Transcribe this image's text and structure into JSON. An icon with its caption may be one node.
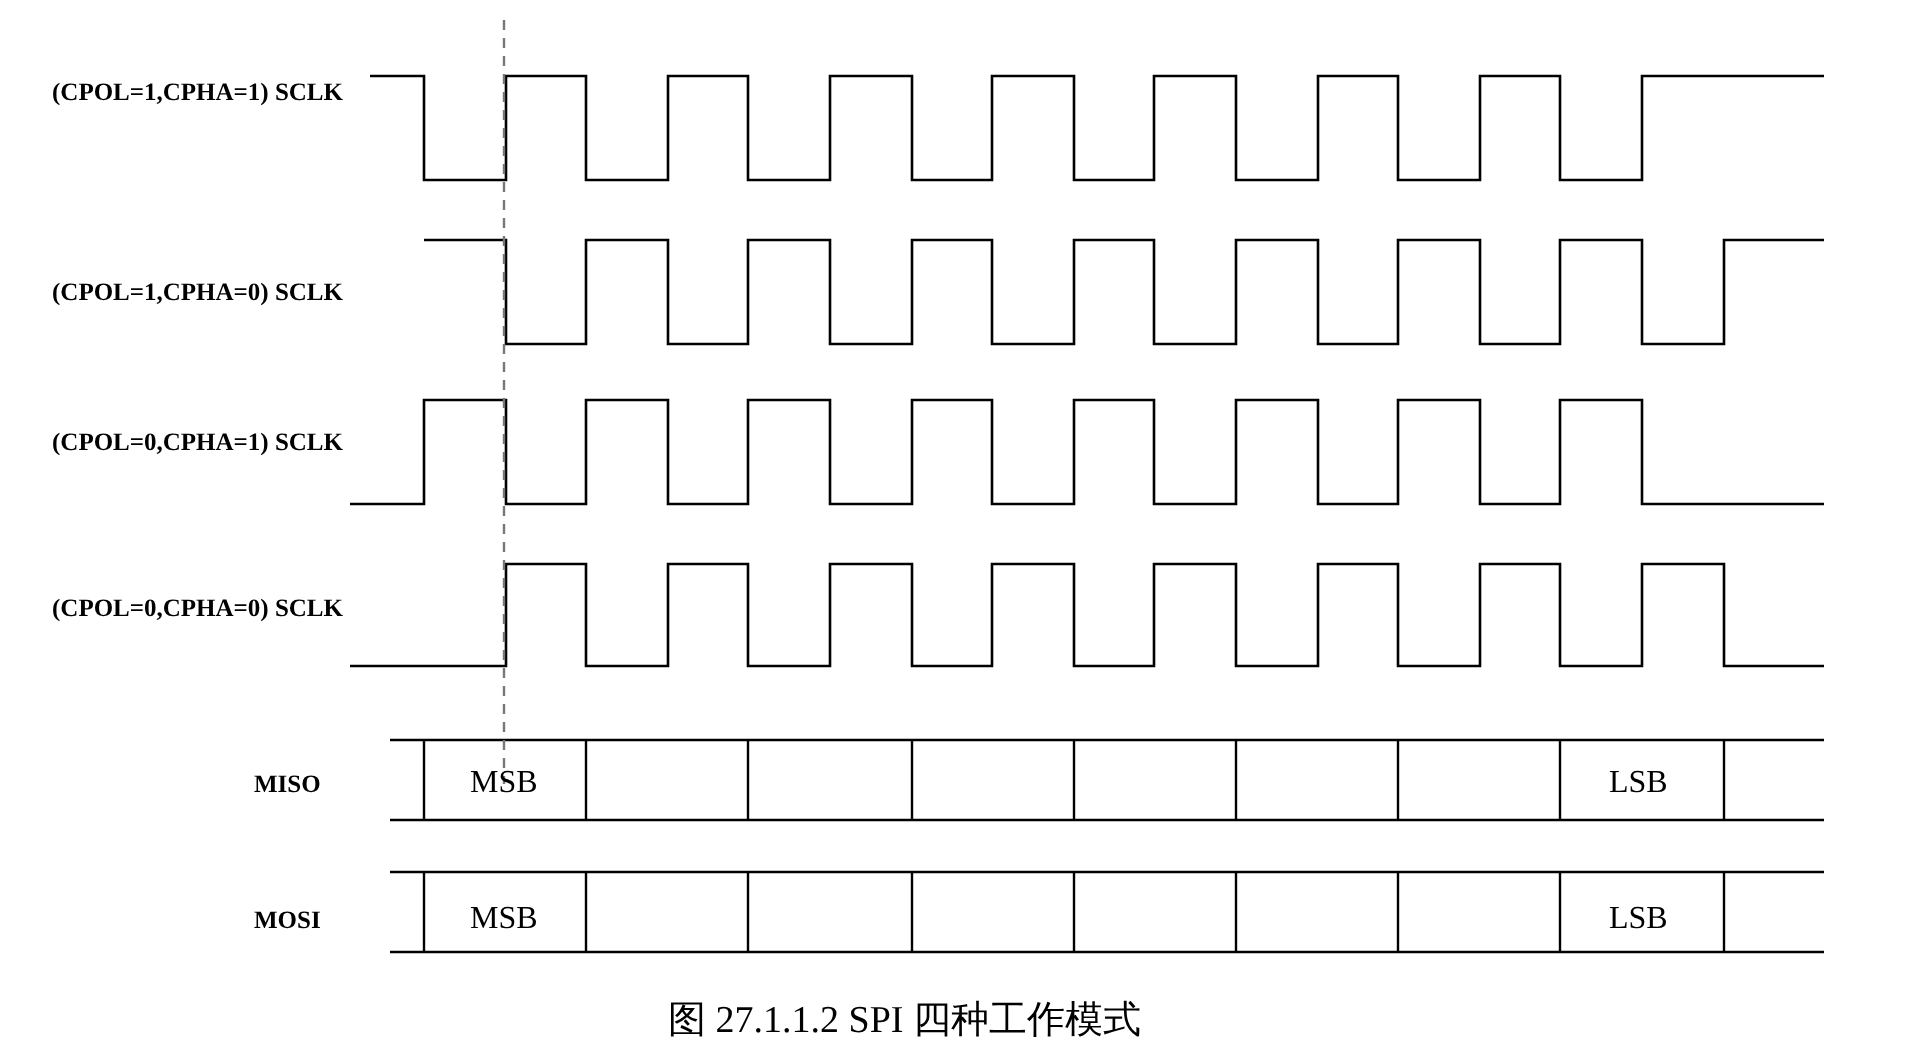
{
  "diagram": {
    "caption": "图 27.1.1.2 SPI 四种工作模式",
    "labels": [
      "(CPOL=1,CPHA=1) SCLK",
      "(CPOL=1,CPHA=0) SCLK",
      "(CPOL=0,CPHA=1) SCLK",
      "(CPOL=0,CPHA=0) SCLK",
      "MISO",
      "MSB",
      "LSB",
      "MOSI",
      "MSB",
      "LSB"
    ]
  }
}
